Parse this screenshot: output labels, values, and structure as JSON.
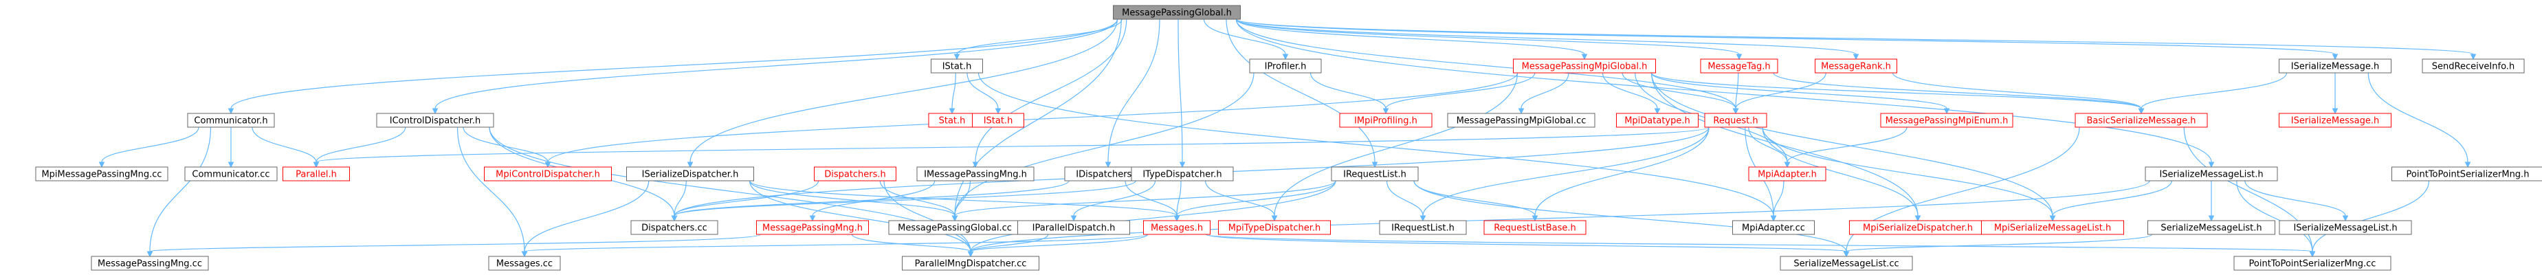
{
  "graph": {
    "root": "MessagePassingGlobal.h",
    "nodes": [
      {
        "id": "root",
        "label": "MessagePassingGlobal.h",
        "style": "root"
      },
      {
        "id": "istat",
        "label": "IStat.h",
        "style": "normal"
      },
      {
        "id": "iprofiler",
        "label": "IProfiler.h",
        "style": "normal"
      },
      {
        "id": "mpmpiglobal",
        "label": "MessagePassingMpiGlobal.h",
        "style": "red"
      },
      {
        "id": "messagetag",
        "label": "MessageTag.h",
        "style": "red"
      },
      {
        "id": "messagerank",
        "label": "MessageRank.h",
        "style": "red"
      },
      {
        "id": "iserializemessage",
        "label": "ISerializeMessage.h",
        "style": "normal"
      },
      {
        "id": "sendreceiveinfo",
        "label": "SendReceiveInfo.h",
        "style": "normal"
      },
      {
        "id": "communicator",
        "label": "Communicator.h",
        "style": "normal"
      },
      {
        "id": "icontroldispatcher",
        "label": "IControlDispatcher.h",
        "style": "normal"
      },
      {
        "id": "stath",
        "label": "Stat.h",
        "style": "red"
      },
      {
        "id": "istath2",
        "label": "IStat.h",
        "style": "red"
      },
      {
        "id": "impiprofiling",
        "label": "IMpiProfiling.h",
        "style": "red"
      },
      {
        "id": "mpmpiglobalcc",
        "label": "MessagePassingMpiGlobal.cc",
        "style": "normal"
      },
      {
        "id": "mpidatatype",
        "label": "MpiDatatype.h",
        "style": "red"
      },
      {
        "id": "requesth",
        "label": "Request.h",
        "style": "red"
      },
      {
        "id": "mpmpienum",
        "label": "MessagePassingMpiEnum.h",
        "style": "red"
      },
      {
        "id": "basicserializemessage",
        "label": "BasicSerializeMessage.h",
        "style": "red"
      },
      {
        "id": "iserializemessageh2",
        "label": "ISerializeMessage.h",
        "style": "red"
      },
      {
        "id": "mpimpmngcc",
        "label": "MpiMessagePassingMng.cc",
        "style": "normal"
      },
      {
        "id": "communicatorcc",
        "label": "Communicator.cc",
        "style": "normal"
      },
      {
        "id": "parallelh",
        "label": "Parallel.h",
        "style": "red"
      },
      {
        "id": "mpicontroldispatcher",
        "label": "MpiControlDispatcher.h",
        "style": "red"
      },
      {
        "id": "idispatchers",
        "label": "IDispatchers.h",
        "style": "normal"
      },
      {
        "id": "iserializedispatcher",
        "label": "ISerializeDispatcher.h",
        "style": "normal"
      },
      {
        "id": "dispatchersh",
        "label": "Dispatchers.h",
        "style": "red"
      },
      {
        "id": "imessagepassingmng",
        "label": "IMessagePassingMng.h",
        "style": "normal"
      },
      {
        "id": "itypedispatcher",
        "label": "ITypeDispatcher.h",
        "style": "normal"
      },
      {
        "id": "irequestlist",
        "label": "IRequestList.h",
        "style": "normal"
      },
      {
        "id": "mpiadapterh",
        "label": "MpiAdapter.h",
        "style": "red"
      },
      {
        "id": "iserializemessagelist",
        "label": "ISerializeMessageList.h",
        "style": "normal"
      },
      {
        "id": "ptpserializermngh",
        "label": "PointToPointSerializerMng.h",
        "style": "normal"
      },
      {
        "id": "dispatcherscc",
        "label": "Dispatchers.cc",
        "style": "normal"
      },
      {
        "id": "messagepassingmngh",
        "label": "MessagePassingMng.h",
        "style": "red"
      },
      {
        "id": "messagepassingglobalcc",
        "label": "MessagePassingGlobal.cc",
        "style": "normal"
      },
      {
        "id": "messagesh",
        "label": "Messages.h",
        "style": "red"
      },
      {
        "id": "iparalleldispatch",
        "label": "IParallelDispatch.h",
        "style": "normal"
      },
      {
        "id": "mpitypedispatcher",
        "label": "MpiTypeDispatcher.h",
        "style": "red"
      },
      {
        "id": "irequestlisth2",
        "label": "IRequestList.h",
        "style": "normal"
      },
      {
        "id": "requestlistbase",
        "label": "RequestListBase.h",
        "style": "red"
      },
      {
        "id": "mpiadaptercc",
        "label": "MpiAdapter.cc",
        "style": "normal"
      },
      {
        "id": "mpiserializedispatcher",
        "label": "MpiSerializeDispatcher.h",
        "style": "red"
      },
      {
        "id": "mpiserializemessagelist",
        "label": "MpiSerializeMessageList.h",
        "style": "red"
      },
      {
        "id": "serializemessagelisth",
        "label": "SerializeMessageList.h",
        "style": "normal"
      },
      {
        "id": "iserializemessagelisth2",
        "label": "ISerializeMessageList.h",
        "style": "normal"
      },
      {
        "id": "messagepassingmngcc",
        "label": "MessagePassingMng.cc",
        "style": "normal"
      },
      {
        "id": "messagescc",
        "label": "Messages.cc",
        "style": "normal"
      },
      {
        "id": "parallelmngdispatchercc",
        "label": "ParallelMngDispatcher.cc",
        "style": "normal"
      },
      {
        "id": "serializemessagelistcc",
        "label": "SerializeMessageList.cc",
        "style": "normal"
      },
      {
        "id": "ptpserializermngcc",
        "label": "PointToPointSerializerMng.cc",
        "style": "normal"
      }
    ],
    "edges": [
      [
        "root",
        "istat"
      ],
      [
        "root",
        "iprofiler"
      ],
      [
        "root",
        "mpmpiglobal"
      ],
      [
        "root",
        "messagetag"
      ],
      [
        "root",
        "messagerank"
      ],
      [
        "root",
        "iserializemessage"
      ],
      [
        "root",
        "sendreceiveinfo"
      ],
      [
        "root",
        "communicator"
      ],
      [
        "root",
        "icontroldispatcher"
      ],
      [
        "root",
        "idispatchers"
      ],
      [
        "root",
        "iserializedispatcher"
      ],
      [
        "root",
        "imessagepassingmng"
      ],
      [
        "root",
        "itypedispatcher"
      ],
      [
        "root",
        "irequestlist"
      ],
      [
        "root",
        "iserializemessagelist"
      ],
      [
        "root",
        "requesth"
      ],
      [
        "root",
        "messagepassingglobalcc"
      ],
      [
        "istat",
        "stath"
      ],
      [
        "istat",
        "istath2"
      ],
      [
        "istat",
        "mpiadaptercc"
      ],
      [
        "iprofiler",
        "impiprofiling"
      ],
      [
        "iprofiler",
        "messagepassingglobalcc"
      ],
      [
        "mpmpiglobal",
        "impiprofiling"
      ],
      [
        "mpmpiglobal",
        "mpmpiglobalcc"
      ],
      [
        "mpmpiglobal",
        "mpidatatype"
      ],
      [
        "mpmpiglobal",
        "requesth"
      ],
      [
        "mpmpiglobal",
        "mpmpienum"
      ],
      [
        "mpmpiglobal",
        "basicserializemessage"
      ],
      [
        "mpmpiglobal",
        "mpiadapterh"
      ],
      [
        "mpmpiglobal",
        "mpitypedispatcher"
      ],
      [
        "mpmpiglobal",
        "mpiserializedispatcher"
      ],
      [
        "mpmpiglobal",
        "mpiserializemessagelist"
      ],
      [
        "mpmpiglobal",
        "mpicontroldispatcher"
      ],
      [
        "messagetag",
        "requesth"
      ],
      [
        "messagetag",
        "basicserializemessage"
      ],
      [
        "messagerank",
        "requesth"
      ],
      [
        "messagerank",
        "basicserializemessage"
      ],
      [
        "iserializemessage",
        "basicserializemessage"
      ],
      [
        "iserializemessage",
        "iserializemessageh2"
      ],
      [
        "iserializemessage",
        "ptpserializermngh"
      ],
      [
        "communicator",
        "mpimpmngcc"
      ],
      [
        "communicator",
        "communicatorcc"
      ],
      [
        "communicator",
        "parallelh"
      ],
      [
        "communicator",
        "messagepassingmngcc"
      ],
      [
        "icontroldispatcher",
        "parallelh"
      ],
      [
        "icontroldispatcher",
        "mpicontroldispatcher"
      ],
      [
        "icontroldispatcher",
        "dispatcherscc"
      ],
      [
        "icontroldispatcher",
        "messagescc"
      ],
      [
        "icontroldispatcher",
        "parallelmngdispatchercc"
      ],
      [
        "requesth",
        "dispatcherscc"
      ],
      [
        "requesth",
        "irequestlisth2"
      ],
      [
        "requesth",
        "requestlistbase"
      ],
      [
        "requesth",
        "mpiadapterh"
      ],
      [
        "requesth",
        "mpiadaptercc"
      ],
      [
        "requesth",
        "mpiserializedispatcher"
      ],
      [
        "requesth",
        "mpiserializemessagelist"
      ],
      [
        "requesth",
        "parallelh"
      ],
      [
        "mpmpienum",
        "mpiadapterh"
      ],
      [
        "basicserializemessage",
        "serializemessagelistcc"
      ],
      [
        "basicserializemessage",
        "ptpserializermngcc"
      ],
      [
        "mpiadapterh",
        "mpiadaptercc"
      ],
      [
        "idispatchers",
        "dispatcherscc"
      ],
      [
        "idispatchers",
        "messagesh"
      ],
      [
        "iserializedispatcher",
        "dispatcherscc"
      ],
      [
        "iserializedispatcher",
        "messagepassingglobalcc"
      ],
      [
        "iserializedispatcher",
        "messagesh"
      ],
      [
        "iserializedispatcher",
        "messagescc"
      ],
      [
        "iserializedispatcher",
        "parallelmngdispatchercc"
      ],
      [
        "dispatchersh",
        "dispatcherscc"
      ],
      [
        "dispatchersh",
        "messagepassingglobalcc"
      ],
      [
        "dispatchersh",
        "parallelmngdispatchercc"
      ],
      [
        "imessagepassingmng",
        "messagepassingmngh"
      ],
      [
        "imessagepassingmng",
        "messagepassingglobalcc"
      ],
      [
        "itypedispatcher",
        "dispatcherscc"
      ],
      [
        "itypedispatcher",
        "messagesh"
      ],
      [
        "itypedispatcher",
        "iparalleldispatch"
      ],
      [
        "itypedispatcher",
        "mpitypedispatcher"
      ],
      [
        "irequestlist",
        "messagepassingglobalcc"
      ],
      [
        "irequestlist",
        "messagesh"
      ],
      [
        "irequestlist",
        "irequestlisth2"
      ],
      [
        "irequestlist",
        "requestlistbase"
      ],
      [
        "irequestlist",
        "parallelmngdispatchercc"
      ],
      [
        "irequestlist",
        "serializemessagelistcc"
      ],
      [
        "iserializemessagelist",
        "mpiserializemessagelist"
      ],
      [
        "iserializemessagelist",
        "serializemessagelisth"
      ],
      [
        "iserializemessagelist",
        "iserializemessagelisth2"
      ],
      [
        "iserializemessagelist",
        "ptpserializermngcc"
      ],
      [
        "iserializemessagelist",
        "parallelmngdispatchercc"
      ],
      [
        "ptpserializermngh",
        "ptpserializermngcc"
      ],
      [
        "messagepassingmngh",
        "messagepassingmngcc"
      ],
      [
        "messagepassingmngh",
        "parallelmngdispatchercc"
      ],
      [
        "messagesh",
        "messagescc"
      ],
      [
        "messagesh",
        "parallelmngdispatchercc"
      ],
      [
        "messagesh",
        "serializemessagelistcc"
      ],
      [
        "messagesh",
        "ptpserializermngcc"
      ],
      [
        "iparalleldispatch",
        "parallelmngdispatchercc"
      ],
      [
        "serializemessagelisth",
        "serializemessagelistcc"
      ]
    ]
  }
}
